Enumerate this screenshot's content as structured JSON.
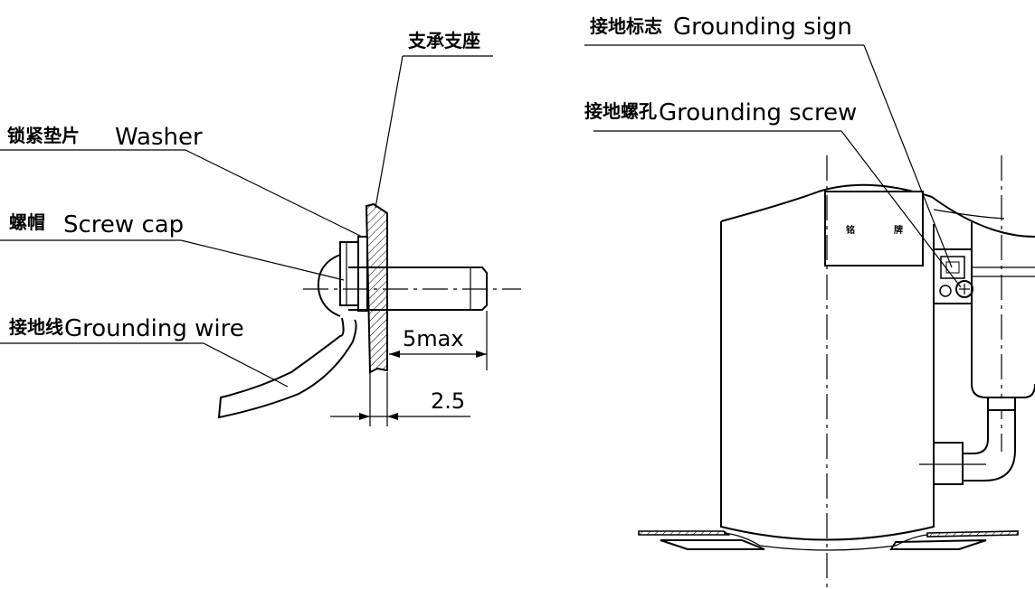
{
  "left": {
    "bracket_label": "支承支座",
    "washer": {
      "cn": "锁紧垫片",
      "en": "Washer"
    },
    "screwcap": {
      "cn": "螺帽",
      "en": "Screw cap"
    },
    "wire": {
      "cn": "接地线",
      "en": "Grounding wire"
    },
    "dim_5max": "5max",
    "dim_25": "2.5"
  },
  "right": {
    "sign": {
      "cn": "接地标志",
      "en": "Grounding sign"
    },
    "screw": {
      "cn": "接地螺孔",
      "en": "Grounding screw"
    },
    "nameplate_chars": [
      "铭",
      "牌"
    ]
  }
}
